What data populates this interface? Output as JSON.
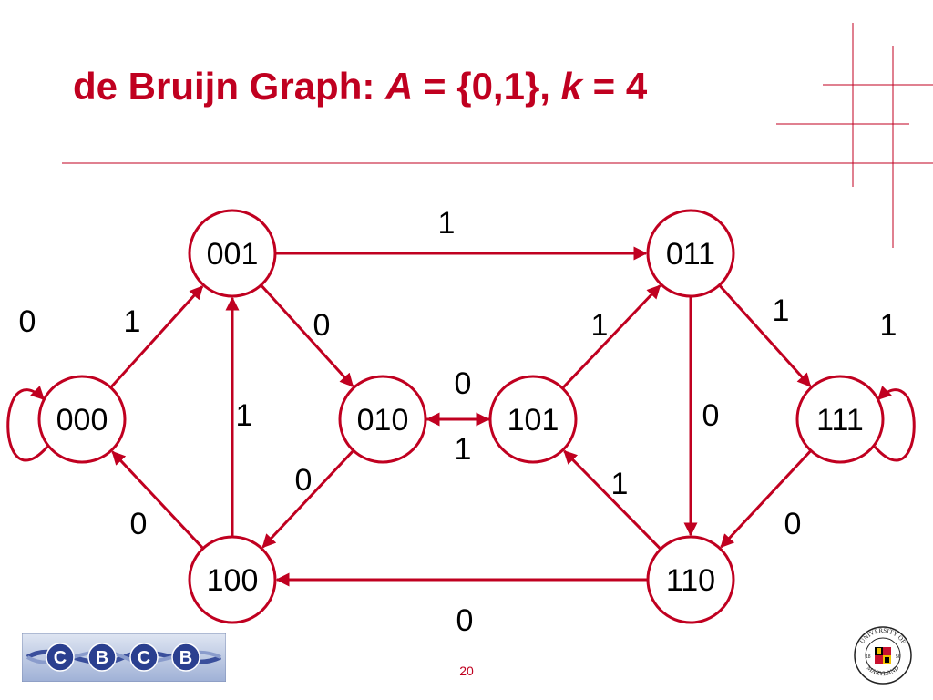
{
  "slide": {
    "title_prefix": "de Bruijn Graph: ",
    "title_A": "A",
    "title_mid": " = {0,1}, ",
    "title_k": "k",
    "title_suffix": " = 4",
    "page_number": "20"
  },
  "colors": {
    "accent": "#c00020",
    "text": "#000000",
    "logo_blue": "#2a3f8f"
  },
  "graph": {
    "nodes": [
      {
        "id": "000",
        "label": "000"
      },
      {
        "id": "001",
        "label": "001"
      },
      {
        "id": "010",
        "label": "010"
      },
      {
        "id": "100",
        "label": "100"
      },
      {
        "id": "101",
        "label": "101"
      },
      {
        "id": "011",
        "label": "011"
      },
      {
        "id": "110",
        "label": "110"
      },
      {
        "id": "111",
        "label": "111"
      }
    ],
    "edges": [
      {
        "from": "000",
        "to": "000",
        "label": "0"
      },
      {
        "from": "000",
        "to": "001",
        "label": "1"
      },
      {
        "from": "001",
        "to": "011",
        "label": "1"
      },
      {
        "from": "001",
        "to": "010",
        "label": "0"
      },
      {
        "from": "100",
        "to": "001",
        "label": "1"
      },
      {
        "from": "100",
        "to": "000",
        "label": "0"
      },
      {
        "from": "010",
        "to": "100",
        "label": "0"
      },
      {
        "from": "010",
        "to": "101",
        "label": "1"
      },
      {
        "from": "101",
        "to": "010",
        "label": "0"
      },
      {
        "from": "101",
        "to": "011",
        "label": "1"
      },
      {
        "from": "110",
        "to": "101",
        "label": "1"
      },
      {
        "from": "011",
        "to": "110",
        "label": "0"
      },
      {
        "from": "011",
        "to": "111",
        "label": "1"
      },
      {
        "from": "111",
        "to": "111",
        "label": "1"
      },
      {
        "from": "111",
        "to": "110",
        "label": "0"
      },
      {
        "from": "110",
        "to": "100",
        "label": "0"
      }
    ]
  },
  "logos": {
    "cbcb_letters": [
      "C",
      "B",
      "C",
      "B"
    ],
    "umd_text_top": "UNIVERSITY OF",
    "umd_text_bottom": "MARYLAND",
    "umd_year_left": "18",
    "umd_year_right": "56"
  }
}
